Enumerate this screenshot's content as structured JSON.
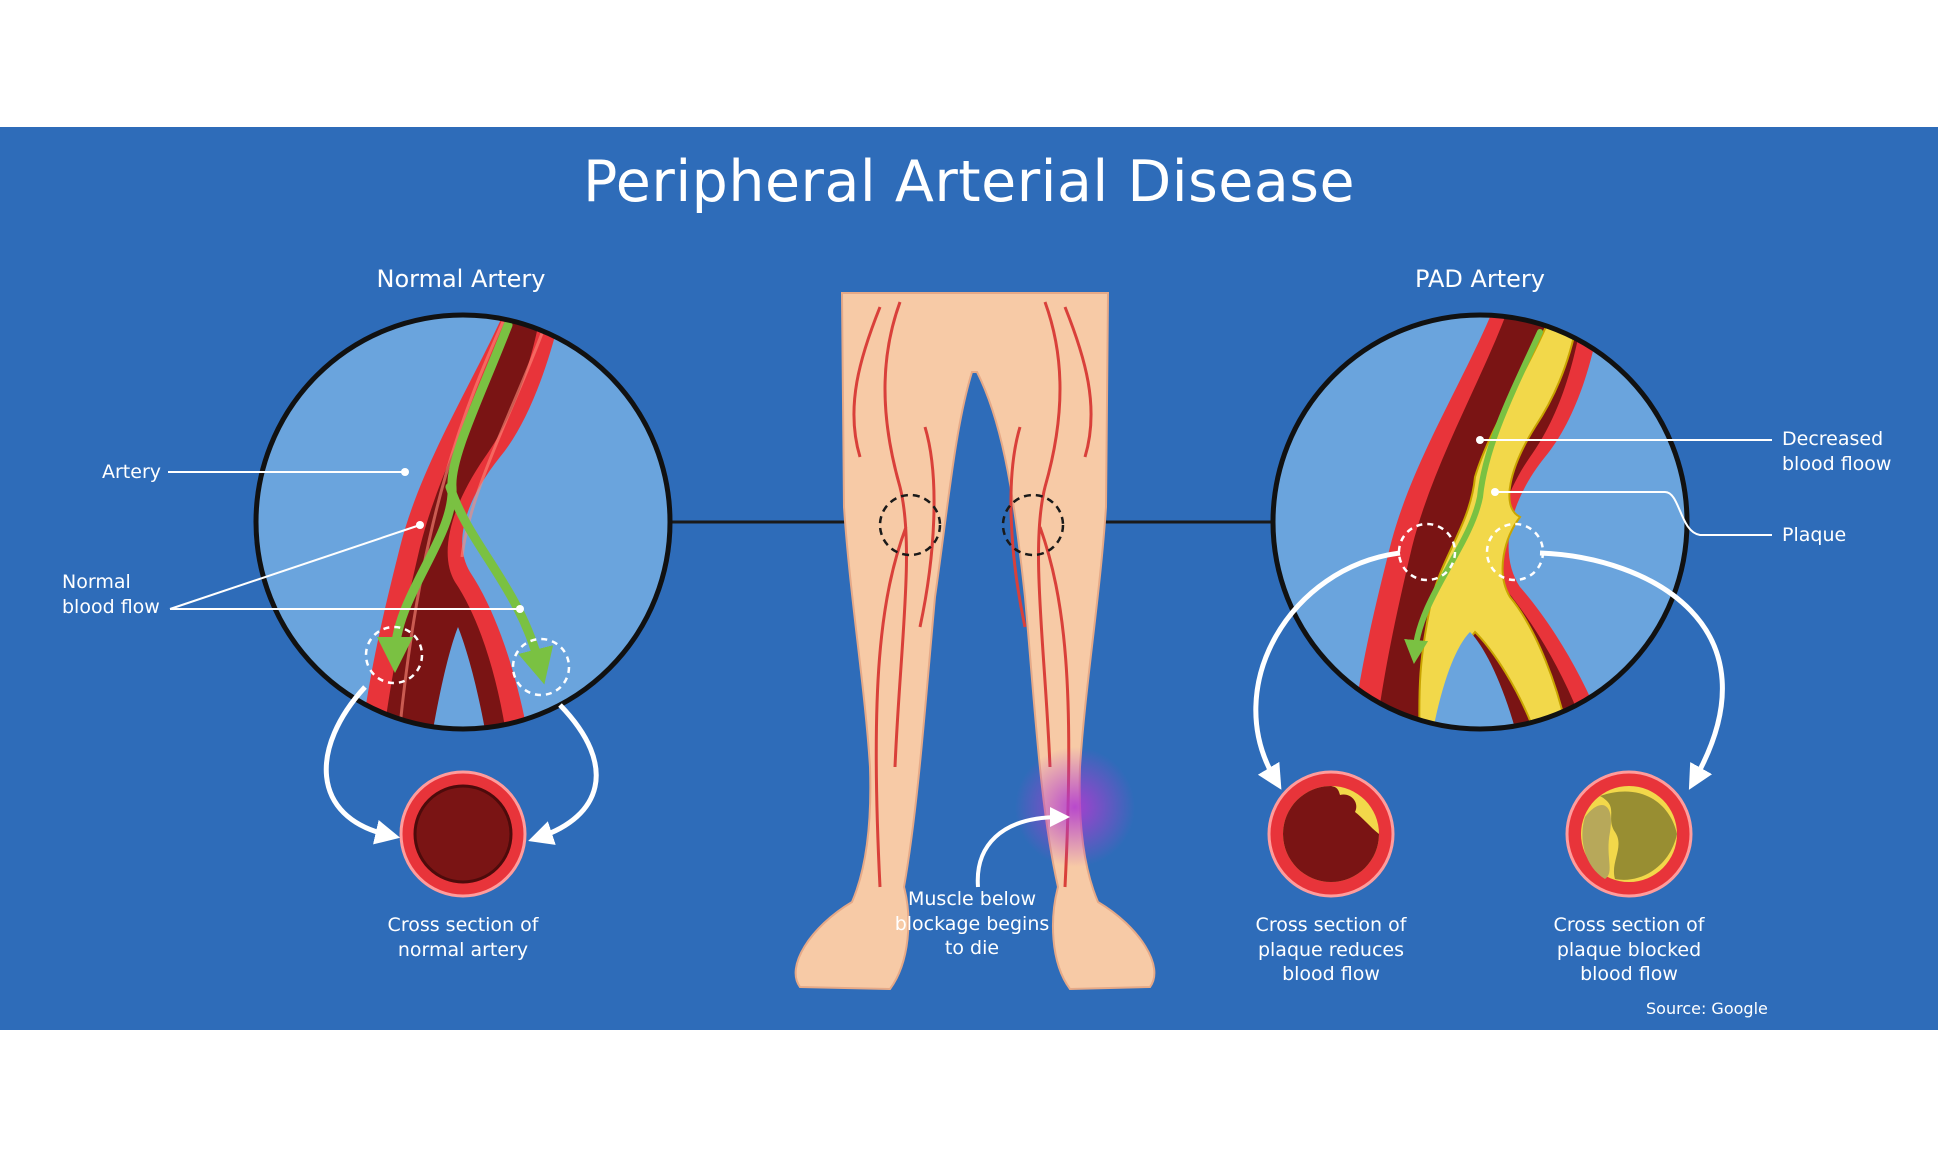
{
  "title": "Peripheral Arterial Disease",
  "normal": {
    "heading": "Normal Artery",
    "artery_label": "Artery",
    "flow_label": "Normal\nblood flow",
    "cross_section": "Cross section of\nnormal artery"
  },
  "legs": {
    "muscle_label": "Muscle below\nblockage begins\nto die"
  },
  "pad": {
    "heading": "PAD Artery",
    "decreased_label": "Decreased\nblood floow",
    "plaque_label": "Plaque",
    "cross_section_reduced": "Cross section of\nplaque reduces\nblood flow",
    "cross_section_blocked": "Cross section of\nplaque blocked\nblood flow"
  },
  "source": "Source: Google",
  "colors": {
    "background": "#2e6cb9",
    "circle_fill": "#6aa4dd",
    "artery_wall": "#e8343a",
    "blood": "#7a1414",
    "plaque": "#f2d84a",
    "flow_arrow": "#7ac142",
    "skin": "#f7caa6"
  }
}
